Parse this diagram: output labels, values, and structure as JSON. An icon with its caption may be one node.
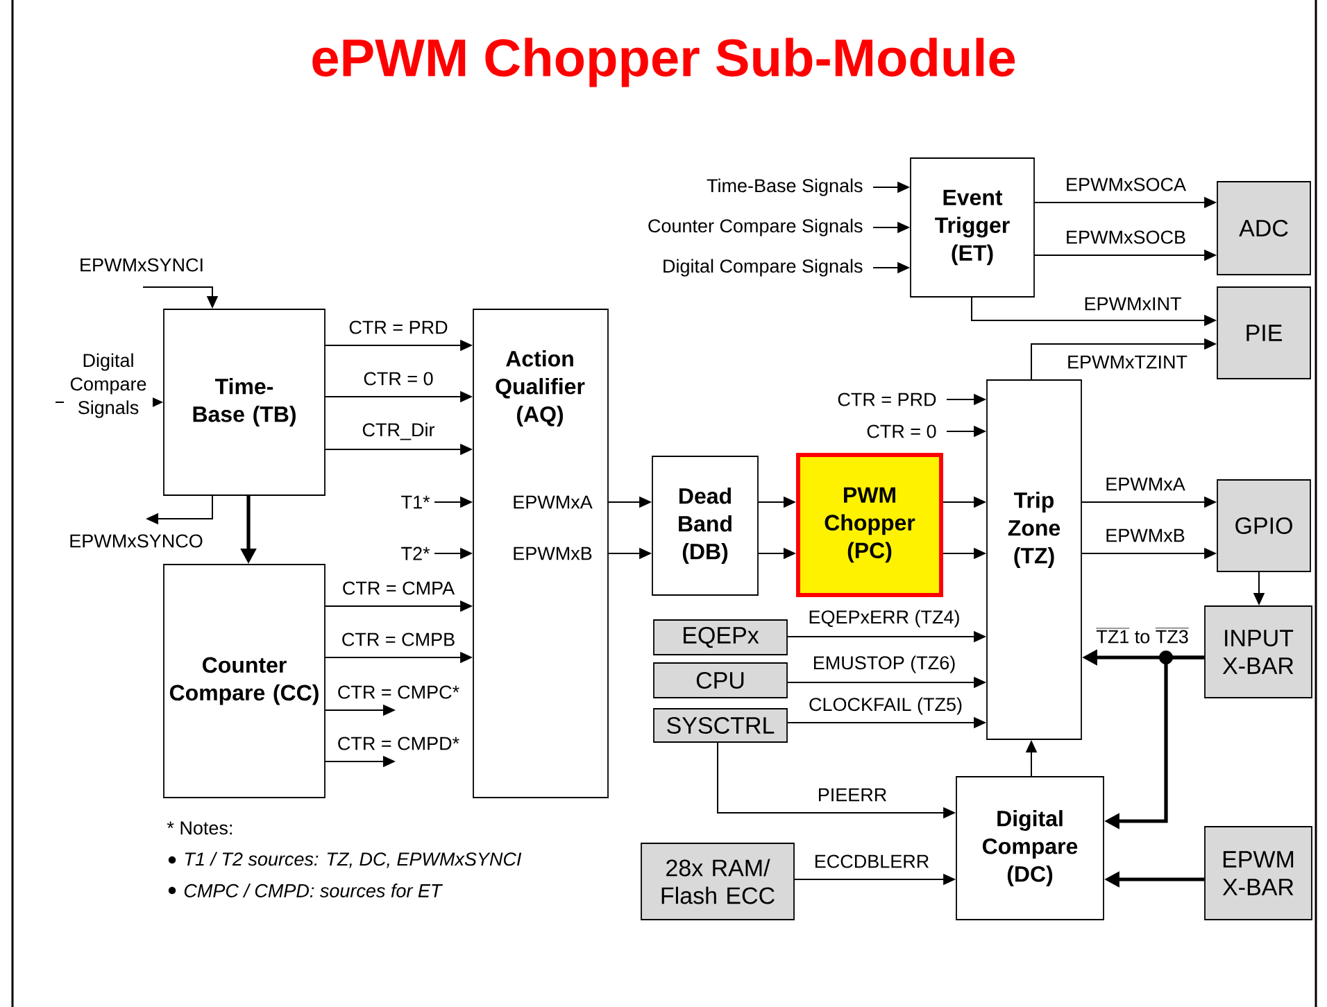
{
  "diagram": {
    "title": "ePWM Chopper Sub-Module",
    "nodes": [
      {
        "text": [
          "Time-Base (TB)"
        ]
      },
      {
        "text": [
          "Counter Compare (CC)"
        ]
      },
      {
        "text": [
          "Action Qualifier (AQ)",
          "EPWMxA",
          "EPWMxB"
        ]
      },
      {
        "text": [
          "Dead Band (DB)"
        ]
      },
      {
        "text": [
          "PWM Chopper (PC)"
        ]
      },
      {
        "text": [
          "Trip Zone (TZ)"
        ]
      },
      {
        "text": [
          "Event Trigger (ET)"
        ]
      },
      {
        "text": [
          "ADC"
        ]
      },
      {
        "text": [
          "PIE"
        ]
      },
      {
        "text": [
          "GPIO"
        ]
      },
      {
        "text": [
          "INPUT X-BAR"
        ]
      },
      {
        "text": [
          "EQEPx"
        ]
      },
      {
        "text": [
          "CPU"
        ]
      },
      {
        "text": [
          "SYSCTRL"
        ]
      },
      {
        "text": [
          "Digital Compare (DC)"
        ]
      },
      {
        "text": [
          "28x RAM/ Flash ECC"
        ]
      },
      {
        "text": [
          "EPWM X-BAR"
        ]
      }
    ],
    "edges": [
      {
        "from": null,
        "to": 0,
        "arrow": "to",
        "label": "EPWMxSYNCI"
      },
      {
        "from": null,
        "to": 0,
        "arrow": "to",
        "label": "Digital Compare Signals"
      },
      {
        "from": 0,
        "to": null,
        "arrow": "to",
        "label": "EPWMxSYNCO"
      },
      {
        "from": 0,
        "to": 1,
        "arrow": "to",
        "style": "thick"
      },
      {
        "from": 0,
        "to": 2,
        "arrow": "to",
        "label": "CTR = PRD"
      },
      {
        "from": 0,
        "to": 2,
        "arrow": "to",
        "label": "CTR = 0"
      },
      {
        "from": 0,
        "to": 2,
        "arrow": "to",
        "label": "CTR_Dir"
      },
      {
        "from": null,
        "to": 2,
        "arrow": "to",
        "label": "T1*"
      },
      {
        "from": null,
        "to": 2,
        "arrow": "to",
        "label": "T2*"
      },
      {
        "from": 1,
        "to": 2,
        "arrow": "to",
        "label": "CTR = CMPA"
      },
      {
        "from": 1,
        "to": 2,
        "arrow": "to",
        "label": "CTR = CMPB"
      },
      {
        "from": 1,
        "to": null,
        "arrow": "to",
        "label": "CTR = CMPC*"
      },
      {
        "from": 1,
        "to": null,
        "arrow": "to",
        "label": "CTR = CMPD*"
      },
      {
        "from": 2,
        "to": 3,
        "arrow": "to"
      },
      {
        "from": 2,
        "to": 3,
        "arrow": "to"
      },
      {
        "from": 3,
        "to": 4,
        "arrow": "to"
      },
      {
        "from": 3,
        "to": 4,
        "arrow": "to"
      },
      {
        "from": 4,
        "to": 5,
        "arrow": "to"
      },
      {
        "from": 4,
        "to": 5,
        "arrow": "to"
      },
      {
        "from": null,
        "to": 6,
        "arrow": "to",
        "label": "Time-Base Signals"
      },
      {
        "from": null,
        "to": 6,
        "arrow": "to",
        "label": "Counter Compare Signals"
      },
      {
        "from": null,
        "to": 6,
        "arrow": "to",
        "label": "Digital Compare Signals"
      },
      {
        "from": 6,
        "to": 7,
        "arrow": "to",
        "label": "EPWMxSOCA"
      },
      {
        "from": 6,
        "to": 7,
        "arrow": "to",
        "label": "EPWMxSOCB"
      },
      {
        "from": 6,
        "to": 8,
        "arrow": "to",
        "label": "EPWMxINT"
      },
      {
        "from": 5,
        "to": 8,
        "arrow": "to",
        "label": "EPWMxTZINT"
      },
      {
        "from": null,
        "to": 5,
        "arrow": "to",
        "label": "CTR = PRD"
      },
      {
        "from": null,
        "to": 5,
        "arrow": "to",
        "label": "CTR = 0"
      },
      {
        "from": 5,
        "to": 9,
        "arrow": "to",
        "label": "EPWMxA"
      },
      {
        "from": 5,
        "to": 9,
        "arrow": "to",
        "label": "EPWMxB"
      },
      {
        "from": 9,
        "to": 10,
        "arrow": "to"
      },
      {
        "from": 11,
        "to": 5,
        "arrow": "to",
        "label": "EQEPxERR (TZ4)"
      },
      {
        "from": 12,
        "to": 5,
        "arrow": "to",
        "label": "EMUSTOP (TZ6)"
      },
      {
        "from": 13,
        "to": 5,
        "arrow": "to",
        "label": "CLOCKFAIL (TZ5)"
      },
      {
        "from": 10,
        "to": 5,
        "arrow": "to",
        "label": "\\overline{\\mathrm{TZ1}}\\mathrm{\\ to\\ }\\overline{\\mathrm{TZ3}}",
        "style": "thick"
      },
      {
        "from": 10,
        "to": 14,
        "arrow": "to",
        "style": "thick"
      },
      {
        "from": 14,
        "to": 5,
        "arrow": "to"
      },
      {
        "from": 13,
        "to": 14,
        "arrow": "to",
        "label": "PIEERR"
      },
      {
        "from": 15,
        "to": 14,
        "arrow": "to",
        "label": "ECCDBLERR"
      },
      {
        "from": 16,
        "to": 14,
        "arrow": "to",
        "style": "thick"
      }
    ],
    "labels": [
      "* Notes:",
      "T1 / T2 sources: TZ, DC, EPWMxSYNCI",
      "CMPC / CMPD: sources for ET"
    ]
  }
}
